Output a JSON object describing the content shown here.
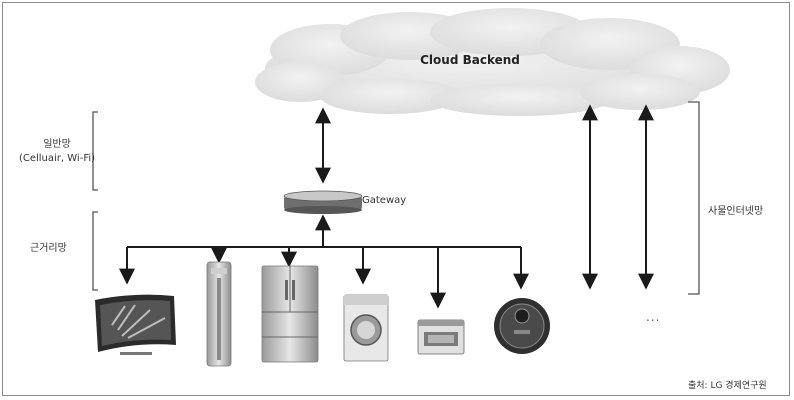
{
  "cloud": {
    "label": "Cloud Backend"
  },
  "gateway": {
    "label": "Gateway"
  },
  "labels": {
    "general_network_title": "일반망",
    "general_network_detail": "(Celluair, Wi-Fi)",
    "near_field_network": "근거리망",
    "iot_network": "사물인터넷망",
    "ellipsis": "...",
    "source": "출처: LG 경제연구원"
  },
  "devices": [
    {
      "name": "TV",
      "icon": "curved-tv-icon"
    },
    {
      "name": "Air conditioner",
      "icon": "air-conditioner-icon"
    },
    {
      "name": "Refrigerator",
      "icon": "refrigerator-icon"
    },
    {
      "name": "Washing machine",
      "icon": "washing-machine-icon"
    },
    {
      "name": "Oven",
      "icon": "oven-icon"
    },
    {
      "name": "Robot cleaner",
      "icon": "robot-cleaner-icon"
    }
  ],
  "colors": {
    "line": "#1a1a1a",
    "bracket": "#555555",
    "cloud": "#e4e4e4"
  }
}
